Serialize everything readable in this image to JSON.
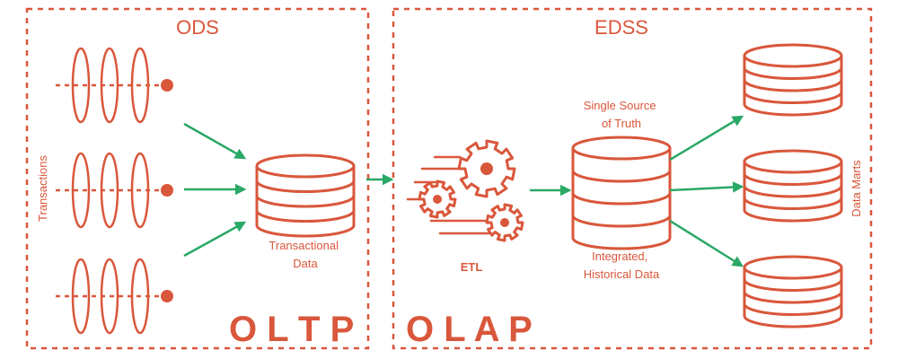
{
  "colors": {
    "primary": "#d9573b",
    "arrow": "#2aa866",
    "background": "#ffffff"
  },
  "left_panel": {
    "title": "ODS",
    "big_label": "O L T P",
    "side_label": "Transactions",
    "transaction_count": 3,
    "database_label": [
      "Transactional",
      "Data"
    ]
  },
  "right_panel": {
    "title": "EDSS",
    "big_label": "O L A P",
    "etl_label": "ETL",
    "warehouse_top_label": [
      "Single Source",
      "of Truth"
    ],
    "warehouse_bottom_label": [
      "Integrated,",
      "Historical Data"
    ],
    "side_label": "Data Marts",
    "data_mart_count": 3
  },
  "icons": {
    "transaction": "transaction-rings-icon",
    "database": "database-icon",
    "gear": "gear-icon",
    "arrow": "arrow-icon"
  }
}
